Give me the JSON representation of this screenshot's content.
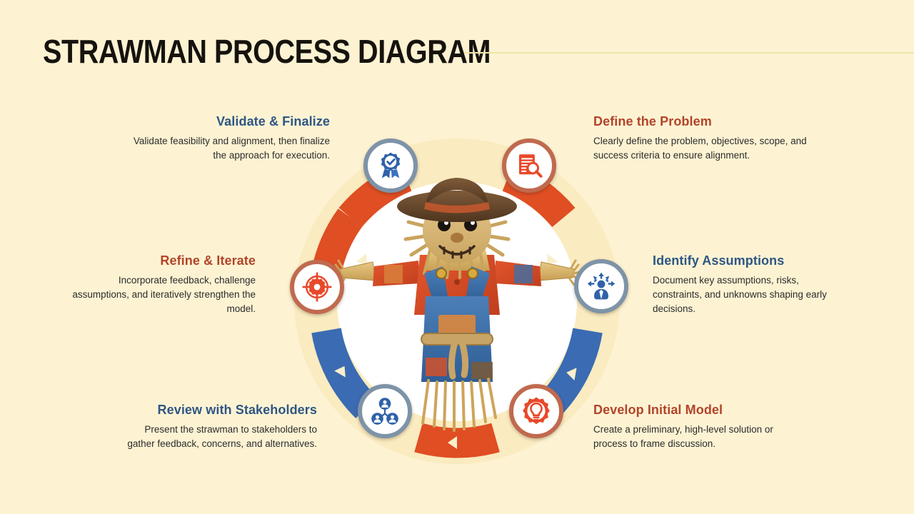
{
  "slide": {
    "title": "STRAWMAN PROCESS DIAGRAM",
    "background_color": "#FDF3D3",
    "rule_color": "#F2E5A8"
  },
  "theme": {
    "rust": "#E04E23",
    "rust_dark": "#B2442A",
    "blue": "#3B6BB2",
    "blue_dark": "#2F5684",
    "badge_blue_border": "#7E93A7",
    "badge_rust_border": "#C06A4F",
    "halo": "#FAEBC0",
    "inner_disc": "#FFFFFF",
    "arrow_notch": "#FAEFCB",
    "body_text": "#2B2B2B"
  },
  "center": {
    "image_alt": "Scarecrow in straw hat, red plaid shirt and blue denim overalls with rope belt, arms outstretched"
  },
  "steps": [
    {
      "id": "define-the-problem",
      "title": "Define the Problem",
      "body": "Clearly define the problem, objectives, scope, and success criteria to ensure alignment.",
      "color": "rust",
      "icon": "document-magnifier-icon",
      "position": "top-right",
      "align": "left",
      "order": 1
    },
    {
      "id": "identify-assumptions",
      "title": "Identify Assumptions",
      "body": "Document key assumptions, risks, constraints, and unknowns shaping early decisions.",
      "color": "blue",
      "icon": "person-arrows-icon",
      "position": "right",
      "align": "left",
      "order": 2
    },
    {
      "id": "develop-initial-model",
      "title": "Develop Initial Model",
      "body": "Create a preliminary, high-level solution or process to frame discussion.",
      "color": "rust",
      "icon": "lightbulb-gear-icon",
      "position": "bottom-right",
      "align": "left",
      "order": 3
    },
    {
      "id": "review-with-stakeholders",
      "title": "Review with Stakeholders",
      "body": "Present the strawman to stakeholders to gather feedback, concerns, and alternatives.",
      "color": "blue",
      "icon": "stakeholder-network-icon",
      "position": "bottom-left",
      "align": "right",
      "order": 4
    },
    {
      "id": "refine-and-iterate",
      "title": "Refine & Iterate",
      "body": "Incorporate feedback, challenge assumptions, and iteratively strengthen the model.",
      "color": "rust",
      "icon": "gear-target-icon",
      "position": "left",
      "align": "right",
      "order": 5
    },
    {
      "id": "validate-and-finalize",
      "title": "Validate & Finalize",
      "body": "Validate feasibility and alignment, then finalize the approach for execution.",
      "color": "blue",
      "icon": "award-ribbon-check-icon",
      "position": "top-left",
      "align": "right",
      "order": 6
    }
  ],
  "ring": {
    "segment_count": 6,
    "segment_colors": [
      "#E04E23",
      "#E04E23",
      "#3B6BB2",
      "#3B6BB2",
      "#E04E23",
      "#E04E23"
    ],
    "direction": "clockwise"
  }
}
